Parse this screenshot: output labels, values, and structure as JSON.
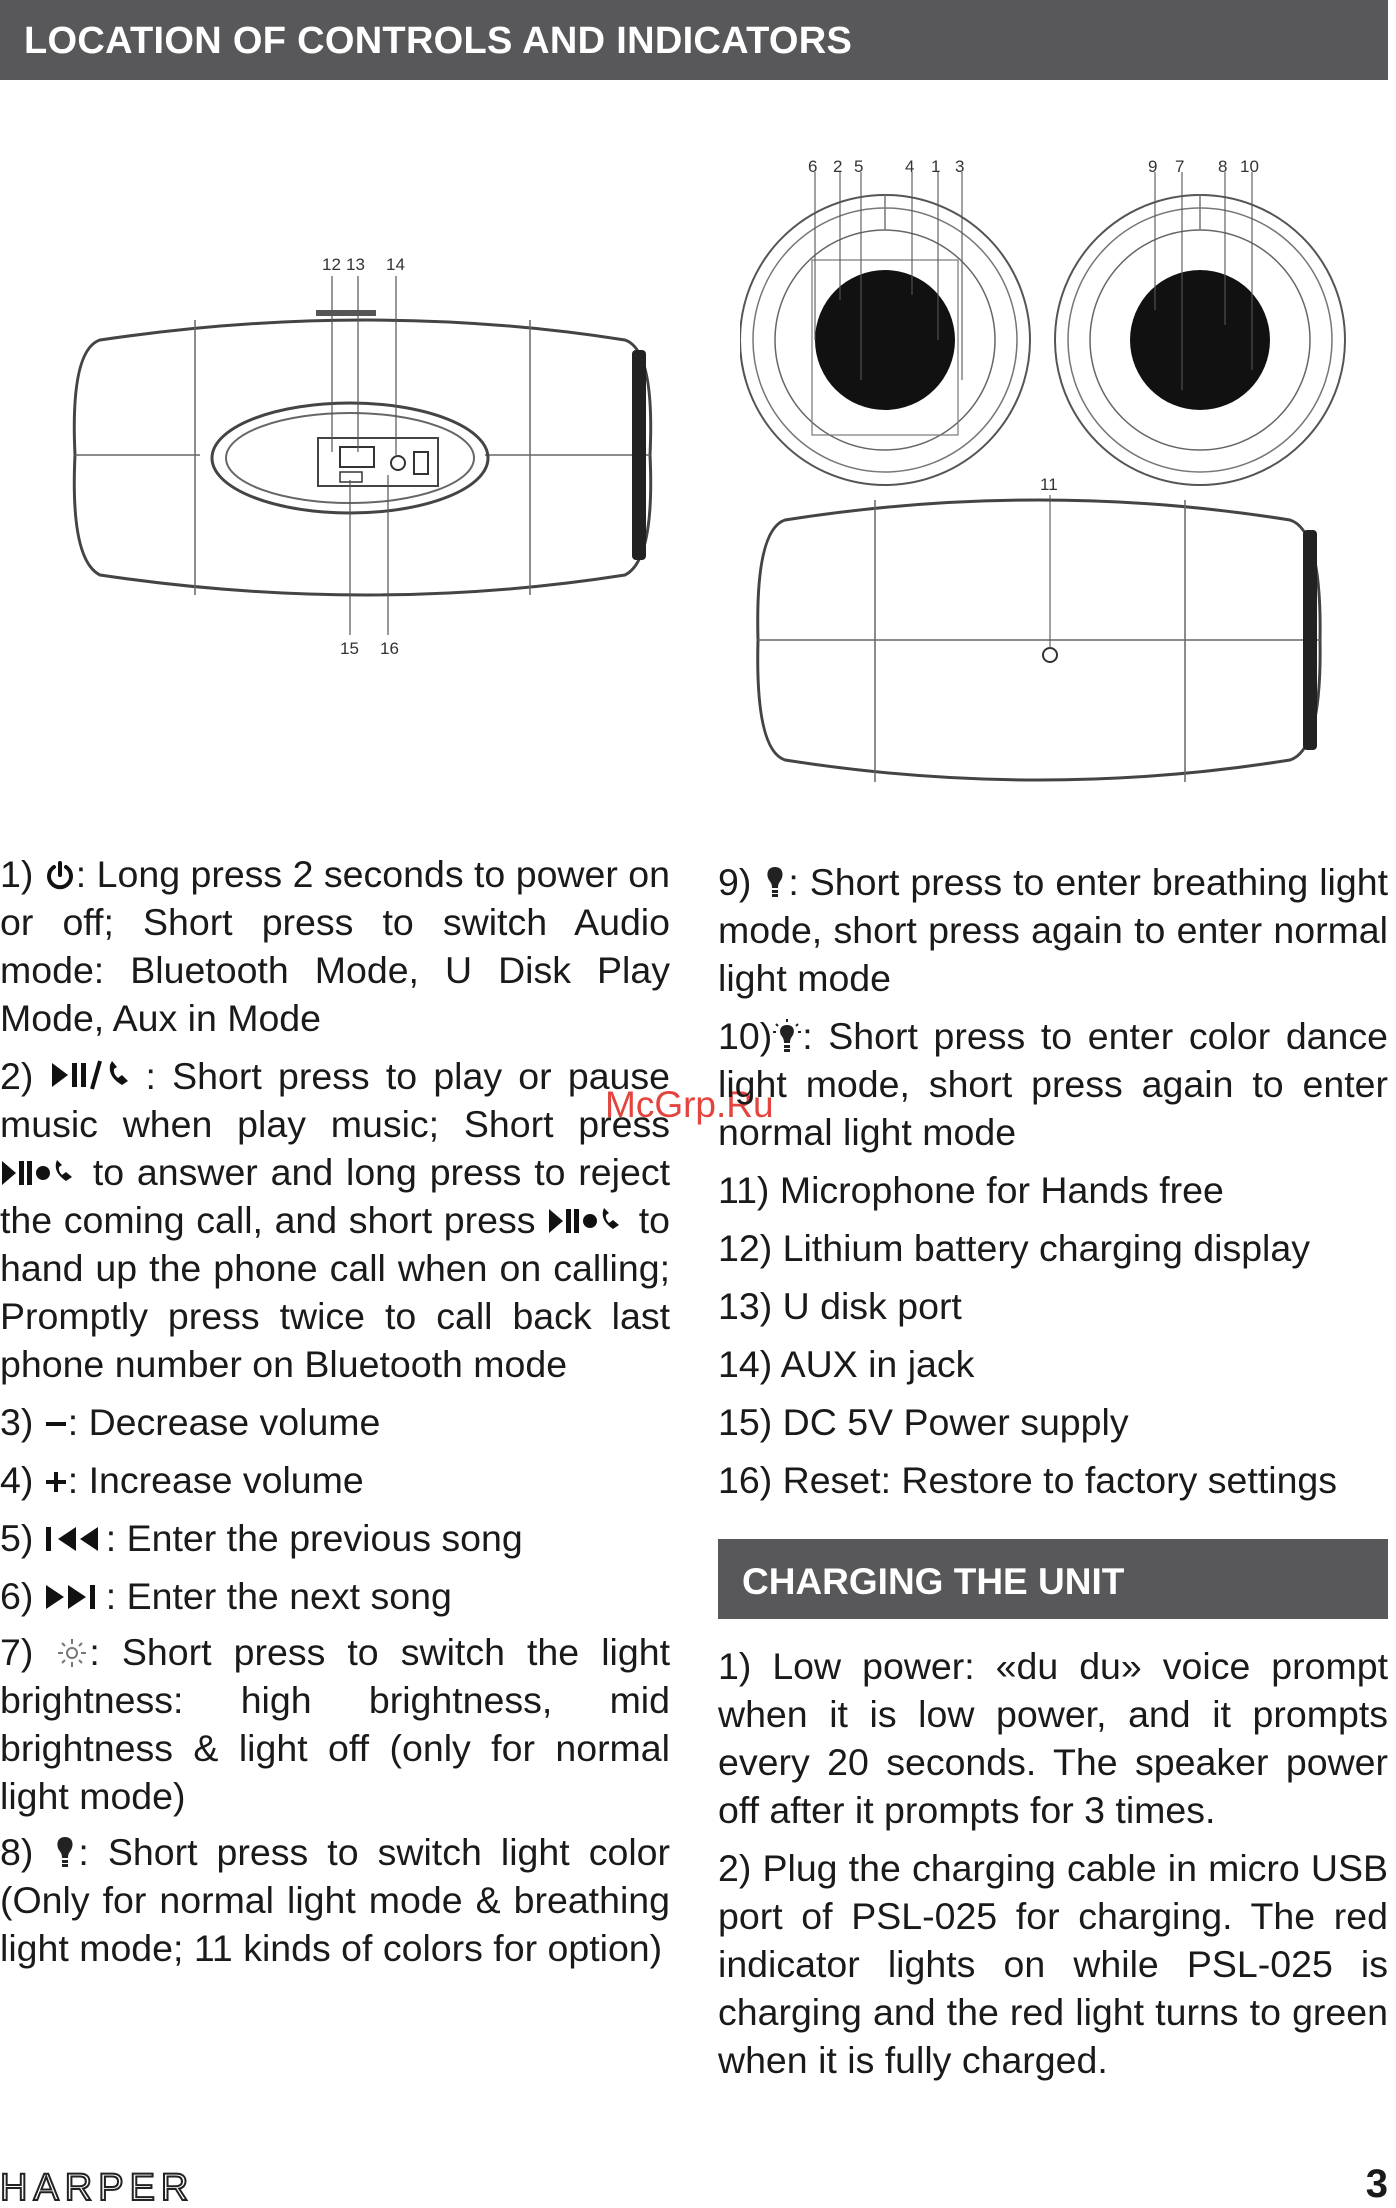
{
  "header": {
    "title": "LOCATION OF CONTROLS AND INDICATORS"
  },
  "figure": {
    "side_labels_top": [
      "12",
      "13",
      "14"
    ],
    "side_labels_bottom": [
      "15",
      "16"
    ],
    "front_left_labels": [
      "6",
      "2",
      "5",
      "4",
      "1",
      "3"
    ],
    "front_right_labels": [
      "9",
      "7",
      "8",
      "10"
    ],
    "mic_label": "11"
  },
  "watermark": "McGrp.Ru",
  "controls_left": [
    {
      "num": "1)",
      "icon": "power-icon",
      "text": ": Long press 2 seconds to power on or off; Short press to switch Audio mode: Bluetooth Mode, U Disk Play Mode, Aux in Mode"
    },
    {
      "num": "2)",
      "icon": "play-pause-phone-icon",
      "text": ": Short press to play or pause music when play music; Short press",
      "text2": " to answer and long press to reject the coming call, and short press",
      "text3": " to hand up the phone call when on calling; Promptly press twice to call back last phone number on Bluetooth mode"
    },
    {
      "num": "3)",
      "icon": "minus-icon",
      "text": ": Decrease volume"
    },
    {
      "num": "4)",
      "icon": "plus-icon",
      "text": ": Increase volume"
    },
    {
      "num": "5)",
      "icon": "previous-track-icon",
      "text": ": Enter the previous song"
    },
    {
      "num": "6)",
      "icon": "next-track-icon",
      "text": ": Enter the next song"
    },
    {
      "num": "7)",
      "icon": "brightness-icon",
      "text": ": Short press to switch the light brightness: high brightness, mid brightness & light off (only for normal light mode)"
    },
    {
      "num": "8)",
      "icon": "bulb-icon",
      "text": ": Short press to switch light color (Only for normal light mode & breathing light mode; 11 kinds of colors for option)"
    }
  ],
  "controls_right": [
    {
      "num": "9)",
      "icon": "bulb-icon",
      "text": ": Short press to enter breathing light mode, short press again to enter normal light mode"
    },
    {
      "num": "10)",
      "icon": "bulb-rays-icon",
      "text": ": Short press to enter color dance light mode, short press again to enter normal light mode"
    },
    {
      "num": "11)",
      "text": "Microphone for Hands free"
    },
    {
      "num": "12)",
      "text": "Lithium battery charging display"
    },
    {
      "num": "13)",
      "text": "U disk port"
    },
    {
      "num": "14)",
      "text": "AUX in jack"
    },
    {
      "num": "15)",
      "text": "DC 5V Power supply"
    },
    {
      "num": "16)",
      "text": "Reset: Restore to factory settings"
    }
  ],
  "charging": {
    "title": "CHARGING THE UNIT",
    "items": [
      "1) Low power: «du du» voice prompt when it is low power, and it prompts every 20 seconds. The speaker power off after it prompts for 3 times.",
      "2) Plug the charging cable in micro USB port of PSL-025 for charging. The red indicator lights on while PSL-025 is charging and the red light turns to green when it is fully charged."
    ]
  },
  "footer": {
    "brand": "HARPER",
    "page": "3"
  }
}
